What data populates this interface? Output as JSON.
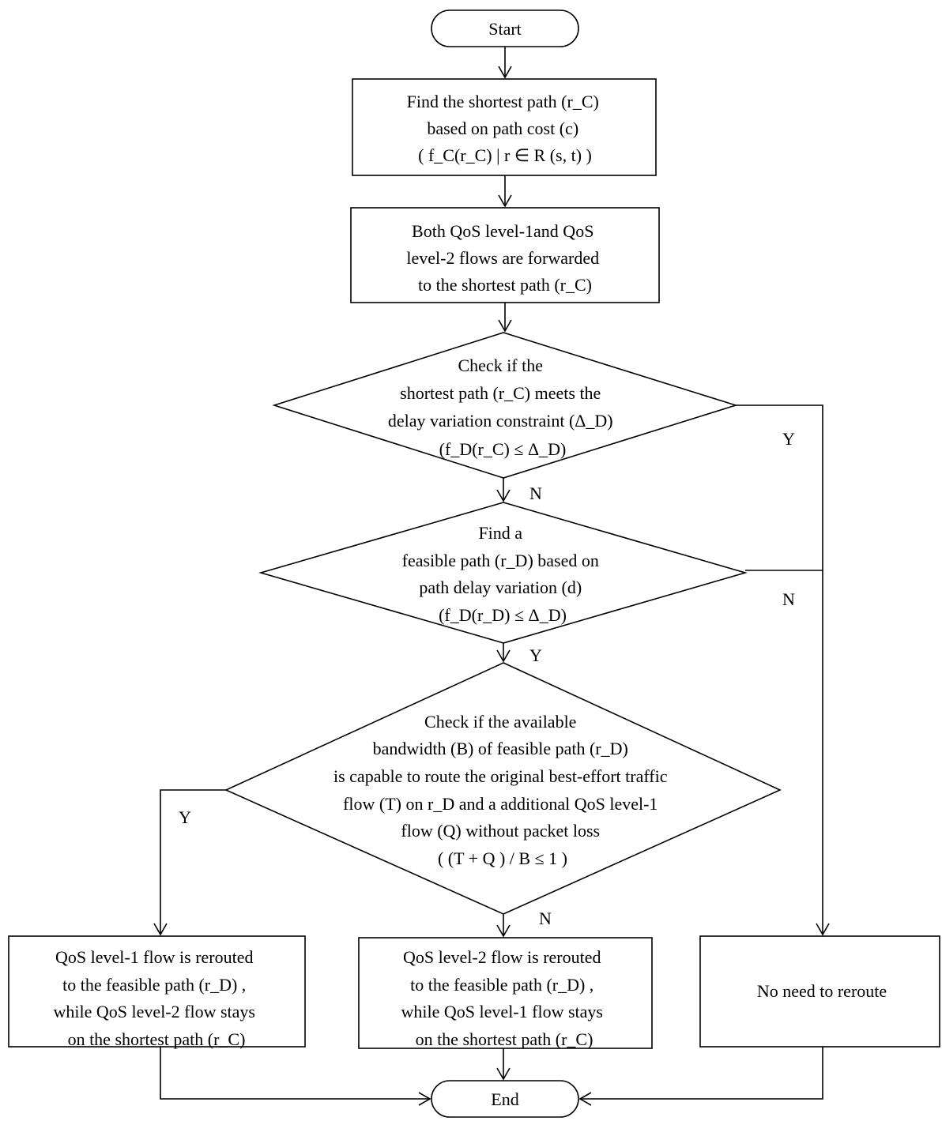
{
  "nodes": {
    "start": {
      "lines": [
        "Start"
      ]
    },
    "find_shortest": {
      "lines": [
        "Find the shortest path (r_C)",
        "based on path cost (c)",
        "( f_C(r_C) | r ∈ R (s, t) )"
      ]
    },
    "forward_both": {
      "lines": [
        "Both QoS level-1and QoS",
        "level-2 flows are forwarded",
        "to the shortest path (r_C)"
      ]
    },
    "check_delay": {
      "lines": [
        "Check if the",
        "shortest path (r_C) meets the",
        "delay variation constraint (Δ_D)",
        "(f_D(r_C) ≤ Δ_D)"
      ]
    },
    "find_feasible": {
      "lines": [
        "Find a",
        "feasible path (r_D) based on",
        "path delay variation (d)",
        "(f_D(r_D) ≤ Δ_D)"
      ]
    },
    "check_bandwidth": {
      "lines": [
        "Check if the available",
        "bandwidth (B) of feasible path (r_D)",
        "is capable to route the original best-effort traffic",
        "flow (T) on r_D and a additional QoS level-1",
        "flow (Q) without packet loss",
        "( (T + Q ) / B ≤ 1 )"
      ]
    },
    "reroute_level1": {
      "lines": [
        "QoS level-1 flow is rerouted",
        "to the feasible path (r_D) ,",
        "while QoS level-2 flow stays",
        "on the shortest path (r_C)"
      ]
    },
    "reroute_level2": {
      "lines": [
        "QoS level-2 flow is rerouted",
        "to the feasible path (r_D) ,",
        "while QoS level-1 flow stays",
        "on the shortest path (r_C)"
      ]
    },
    "no_reroute": {
      "lines": [
        "No need to reroute"
      ]
    },
    "end": {
      "lines": [
        "End"
      ]
    }
  },
  "edge_labels": {
    "check_delay_yes": "Y",
    "check_delay_no": "N",
    "find_feasible_yes": "Y",
    "find_feasible_no": "N",
    "check_bandwidth_yes": "Y",
    "check_bandwidth_no": "N"
  }
}
